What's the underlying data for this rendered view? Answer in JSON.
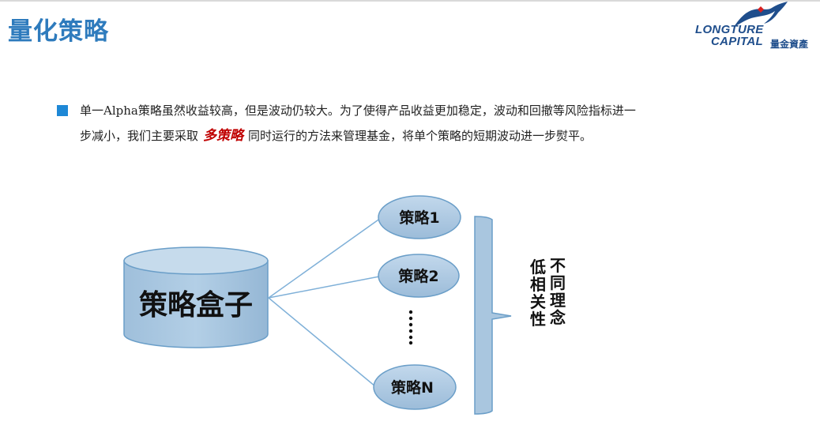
{
  "header": {
    "title": "量化策略",
    "logo": {
      "line1": "LONGTURE",
      "line2": "CAPITAL",
      "cn": "量金資產"
    }
  },
  "content": {
    "paragraph_before": "单一Alpha策略虽然收益较高，但是波动仍较大。为了使得产品收益更加稳定，波动和回撤等风险指标进一步减小，我们主要采取",
    "highlight": "多策略",
    "paragraph_after": "同时运行的方法来管理基金，将单个策略的短期波动进一步熨平。"
  },
  "diagram": {
    "box_label": "策略盒子",
    "strategies": [
      "策略1",
      "策略2",
      "策略N"
    ],
    "ellipsis": "……",
    "note_col1": [
      "不",
      "同",
      "理",
      "念"
    ],
    "note_col2": [
      "低",
      "相",
      "关",
      "性"
    ],
    "colors": {
      "fill": "#a9c6df",
      "fill_top": "#c6dbec",
      "stroke": "#6a9ec8",
      "line": "#7fb0d8",
      "text": "#111111"
    }
  }
}
